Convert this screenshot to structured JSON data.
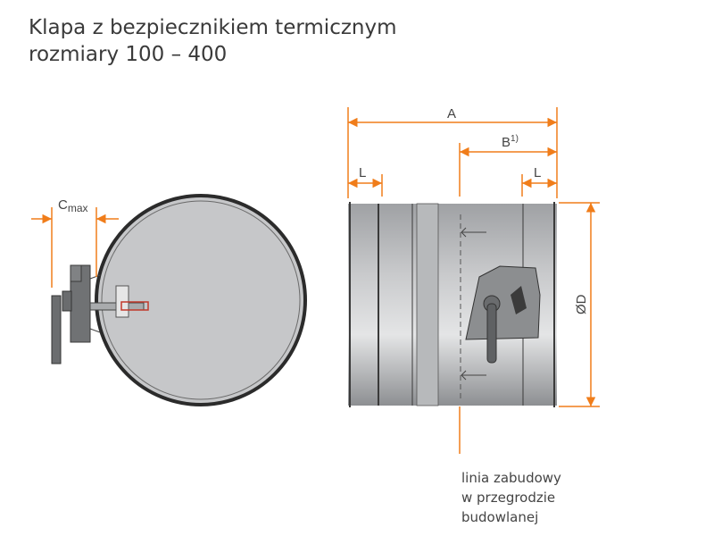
{
  "title": {
    "line1": "Klapa z bezpiecznikiem termicznym",
    "line2": "rozmiary 100 – 400"
  },
  "dimensions": {
    "c_main": "C",
    "c_sub": "max",
    "a": "A",
    "b": "B",
    "b_note": "1)",
    "l_left": "L",
    "l_right": "L",
    "d": "ØD"
  },
  "installation_note": {
    "line1": "linia zabudowy",
    "line2": "w przegrodzie",
    "line3": "budowlanej"
  },
  "colors": {
    "dimension": "#f07d1a",
    "body": "#c8c9cb",
    "outline": "#2e2e2e"
  }
}
